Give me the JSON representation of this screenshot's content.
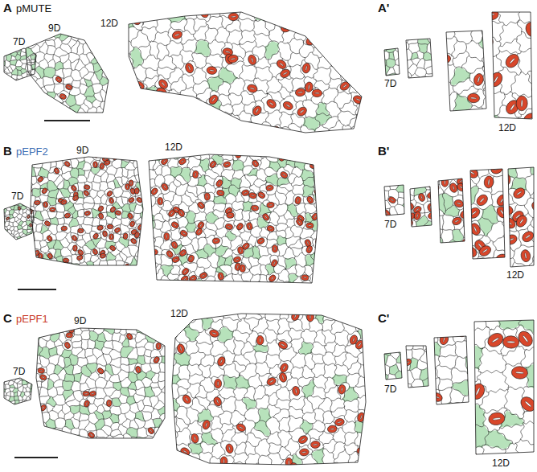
{
  "diagram": {
    "labels": [
      "A",
      "pMUTE",
      "7D",
      "9D",
      "12D",
      "A'",
      "7D",
      "12D",
      "B",
      "pEPF2",
      "7D",
      "9D",
      "12D",
      "B'",
      "7D",
      "12D",
      "C",
      "pEPF1",
      "7D",
      "9D",
      "12D",
      "C'",
      "7D",
      "12D"
    ]
  }
}
